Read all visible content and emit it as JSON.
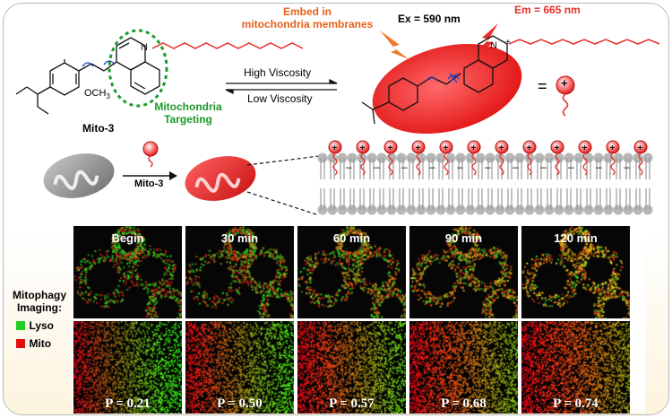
{
  "molecule": {
    "name": "Mito-3",
    "substituent": "OCH",
    "substituent_sub": "3",
    "nitrogen": "N",
    "targeting_line1": "Mitochondria",
    "targeting_line2": "Targeting"
  },
  "embed": {
    "line1": "Embed in",
    "line2": "mitochondria membranes"
  },
  "equilibrium": {
    "forward": "High Viscosity",
    "reverse": "Low Viscosity"
  },
  "excitation": {
    "ex": "Ex = 590 nm",
    "em": "Em = 665 nm"
  },
  "equals": "=",
  "charge": "+",
  "arrow_label": "Mito-3",
  "legend": {
    "title_line1": "Mitophagy",
    "title_line2": "Imaging:",
    "items": [
      {
        "label": "Lyso",
        "color": "#1fd11f"
      },
      {
        "label": "Mito",
        "color": "#e01010"
      }
    ]
  },
  "panels": [
    {
      "time": "Begin",
      "p": "P = 0.21"
    },
    {
      "time": "30 min",
      "p": "P = 0.50"
    },
    {
      "time": "60 min",
      "p": "P = 0.57"
    },
    {
      "time": "90 min",
      "p": "P = 0.68"
    },
    {
      "time": "120 min",
      "p": "P = 0.74"
    }
  ],
  "colors": {
    "orange_text": "#e8601a",
    "green_text": "#1c9a2a",
    "probe_red": "#e8302a",
    "membrane_grey": "#b7b7b7"
  }
}
